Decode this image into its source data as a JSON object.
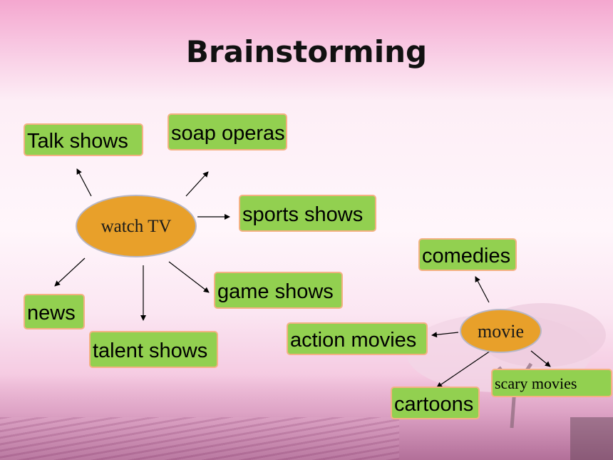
{
  "title": "Brainstorming",
  "watch_tv": {
    "hub": "watch TV",
    "items": {
      "talk": "Talk shows",
      "soap": "soap operas",
      "sports": "sports shows",
      "game": "game shows",
      "talent": "talent shows",
      "news": "news"
    }
  },
  "movie": {
    "hub": "movie",
    "items": {
      "comedies": "comedies",
      "action": "action movies",
      "cartoons": "cartoons",
      "scary": "scary movies"
    }
  },
  "colors": {
    "box_fill": "#92d050",
    "box_border": "#f4b183",
    "hub_fill": "#e8a02a"
  }
}
